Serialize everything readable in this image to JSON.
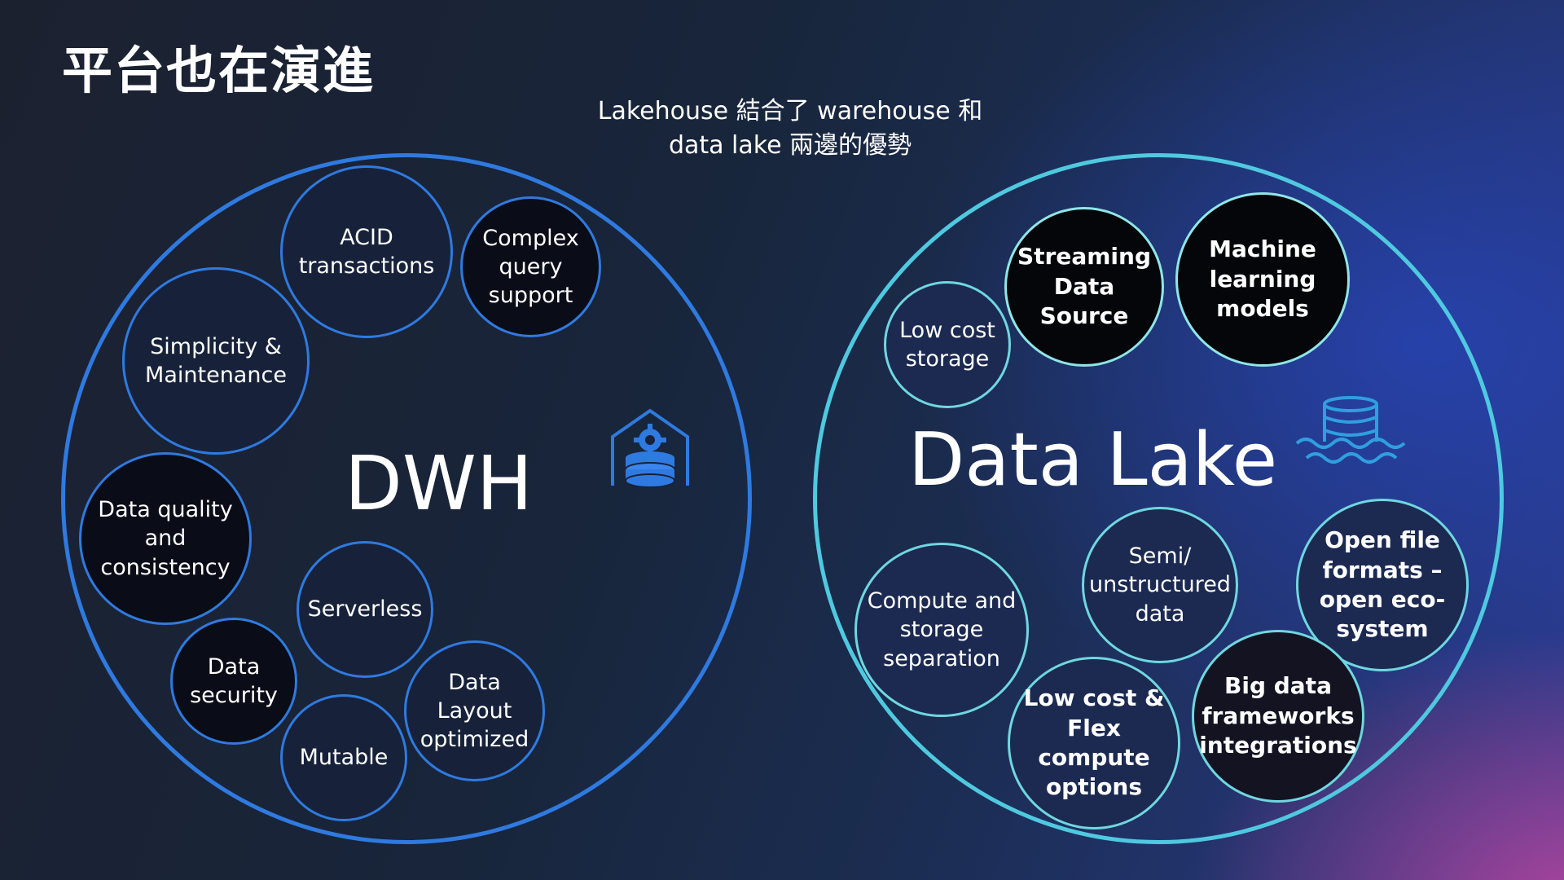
{
  "title": "平台也在演進",
  "subtitle_line1": "Lakehouse 結合了 warehouse 和",
  "subtitle_line2": "data lake 兩邊的優勢",
  "dwh": {
    "label": "DWH",
    "icon": "warehouse-gear-icon",
    "border_color": "#2f7ae0",
    "bubbles": {
      "acid": "ACID transactions",
      "complex": "Complex query support",
      "simplicity": "Simplicity & Maintenance",
      "quality": "Data quality and consistency",
      "serverless": "Serverless",
      "security": "Data security",
      "layout": "Data Layout optimized",
      "mutable": "Mutable"
    }
  },
  "lake": {
    "label": "Data Lake",
    "icon": "database-water-icon",
    "border_color": "#4fc9e0",
    "bubbles": {
      "lowcost": "Low cost storage",
      "streaming": "Streaming Data Source",
      "ml": "Machine learning models",
      "compute": "Compute and storage separation",
      "semi": "Semi/ unstructured data",
      "openfile": "Open file formats – open eco-system",
      "flex": "Low cost & Flex compute options",
      "bigdata": "Big data frameworks integrations"
    }
  }
}
